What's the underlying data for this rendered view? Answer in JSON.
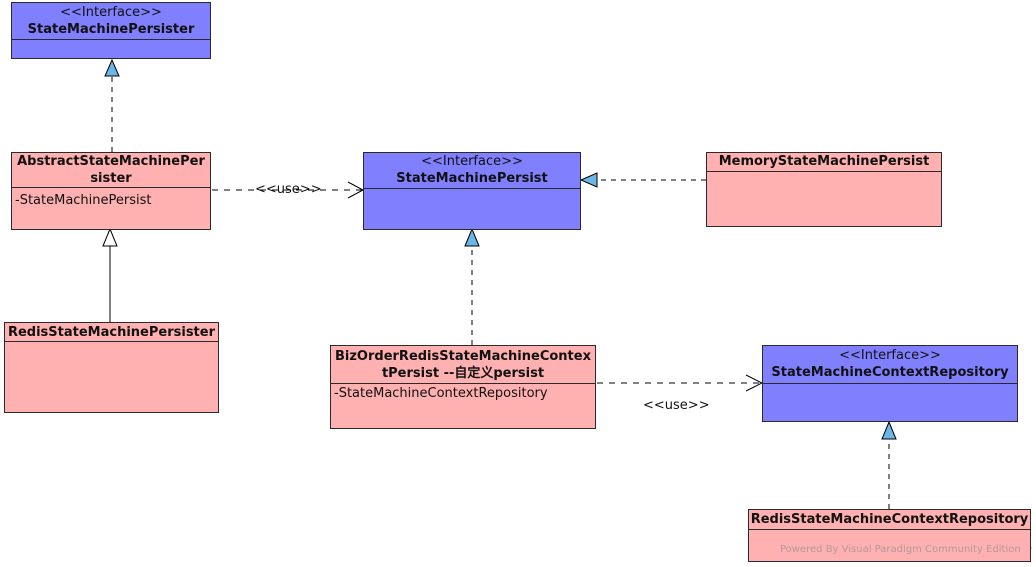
{
  "interfaces": {
    "state_machine_persister": {
      "stereotype": "<<Interface>>",
      "name": "StateMachinePersister"
    },
    "state_machine_persist": {
      "stereotype": "<<Interface>>",
      "name": "StateMachinePersist"
    },
    "state_machine_context_repository": {
      "stereotype": "<<Interface>>",
      "name": "StateMachineContextRepository"
    }
  },
  "classes": {
    "abstract_persister": {
      "name_line1": "AbstractStateMachinePer",
      "name_line2": "sister",
      "attribute": "-StateMachinePersist"
    },
    "redis_persister": {
      "name": "RedisStateMachinePersister"
    },
    "memory_persist": {
      "name": "MemoryStateMachinePersist"
    },
    "biz_order_persist": {
      "name_line1": "BizOrderRedisStateMachineContex",
      "name_line2": "tPersist --自定义persist",
      "attribute": "-StateMachineContextRepository"
    },
    "redis_context_repository": {
      "name": "RedisStateMachineContextRepository"
    }
  },
  "relations": {
    "use_label_1": "<<use>>",
    "use_label_2": "<<use>>"
  },
  "watermark": "Powered By Visual Paradigm Community Edition",
  "colors": {
    "interface_fill": "#8080ff",
    "class_fill": "#ffb0b0",
    "arrow_fill": "#6bb6e6"
  }
}
